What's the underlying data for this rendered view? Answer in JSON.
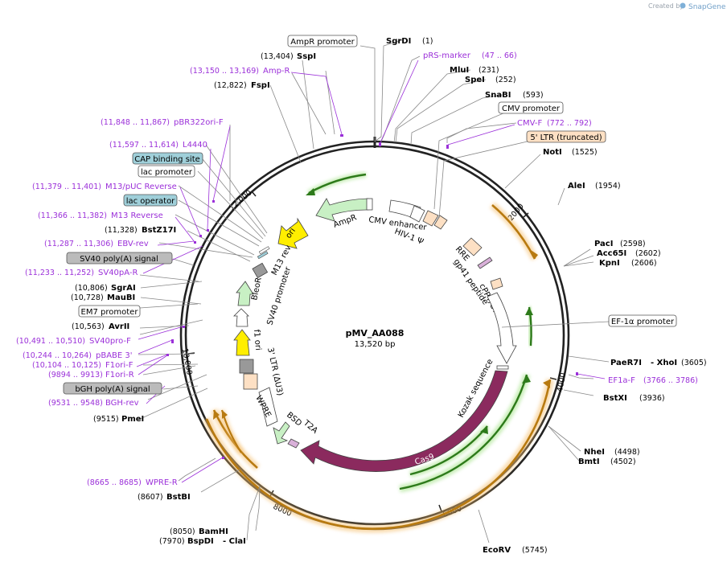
{
  "watermark": {
    "created_by": "Created by",
    "brand": "SnapGene"
  },
  "plasmid": {
    "name": "pMV_AA088",
    "size": "13,520 bp"
  },
  "ticks": [
    "2000",
    "4000",
    "6000",
    "8000",
    "10,000",
    "12,000"
  ],
  "boxed_labels": [
    {
      "text": "AmpR promoter",
      "style": "white"
    },
    {
      "text": "CMV promoter",
      "style": "white"
    },
    {
      "text": "5' LTR (truncated)",
      "style": "peach"
    },
    {
      "text": "CAP binding site",
      "style": "blue"
    },
    {
      "text": "lac promoter",
      "style": "white"
    },
    {
      "text": "lac operator",
      "style": "blue"
    },
    {
      "text": "SV40 poly(A) signal",
      "style": "gray"
    },
    {
      "text": "EM7 promoter",
      "style": "white"
    },
    {
      "text": "bGH poly(A) signal",
      "style": "gray"
    },
    {
      "text": "EF-1α promoter",
      "style": "white"
    }
  ],
  "sites": [
    {
      "name": "SgrDI",
      "pos": "(1)"
    },
    {
      "name": "MluI",
      "pos": "(231)"
    },
    {
      "name": "SpeI",
      "pos": "(252)"
    },
    {
      "name": "SnaBI",
      "pos": "(593)"
    },
    {
      "name": "NotI",
      "pos": "(1525)"
    },
    {
      "name": "AleI",
      "pos": "(1954)"
    },
    {
      "name": "PacI",
      "pos": "(2598)"
    },
    {
      "name": "Acc65I",
      "pos": "(2602)"
    },
    {
      "name": "KpnI",
      "pos": "(2606)"
    },
    {
      "name": "PaeR7I",
      "pos": ""
    },
    {
      "name": "- XhoI",
      "pos": "(3605)"
    },
    {
      "name": "BstXI",
      "pos": "(3936)"
    },
    {
      "name": "NheI",
      "pos": "(4498)"
    },
    {
      "name": "BmtI",
      "pos": "(4502)"
    },
    {
      "name": "EcoRV",
      "pos": "(5745)"
    },
    {
      "name": "SspI",
      "pos": "(13,404)"
    },
    {
      "name": "FspI",
      "pos": "(12,822)"
    },
    {
      "name": "BstZ17I",
      "pos": "(11,328)"
    },
    {
      "name": "SgrAI",
      "pos": "(10,806)"
    },
    {
      "name": "MauBI",
      "pos": "(10,728)"
    },
    {
      "name": "AvrII",
      "pos": "(10,563)"
    },
    {
      "name": "PmeI",
      "pos": "(9515)"
    },
    {
      "name": "BstBI",
      "pos": "(8607)"
    },
    {
      "name": "BamHI",
      "pos": "(8050)"
    },
    {
      "name": "BspDI",
      "pos": "(7970)"
    },
    {
      "name": "- ClaI",
      "pos": ""
    }
  ],
  "primers": [
    {
      "name": "pRS-marker",
      "pos": "(47 .. 66)"
    },
    {
      "name": "CMV-F",
      "pos": "(772 .. 792)"
    },
    {
      "name": "EF1a-F",
      "pos": "(3766 .. 3786)"
    },
    {
      "name": "Amp-R",
      "pos": "(13,150 .. 13,169)"
    },
    {
      "name": "pBR322ori-F",
      "pos": "(11,848 .. 11,867)"
    },
    {
      "name": "L4440",
      "pos": "(11,597 .. 11,614)"
    },
    {
      "name": "M13/pUC Reverse",
      "pos": "(11,379 .. 11,401)"
    },
    {
      "name": "M13 Reverse",
      "pos": "(11,366 .. 11,382)"
    },
    {
      "name": "EBV-rev",
      "pos": "(11,287 .. 11,306)"
    },
    {
      "name": "SV40pA-R",
      "pos": "(11,233 .. 11,252)"
    },
    {
      "name": "SV40pro-F",
      "pos": "(10,491 .. 10,510)"
    },
    {
      "name": "pBABE 3'",
      "pos": "(10,244 .. 10,264)"
    },
    {
      "name": "F1ori-F",
      "pos": "(10,104 .. 10,125)"
    },
    {
      "name": "F1ori-R",
      "pos": "(9894 .. 9913)"
    },
    {
      "name": "BGH-rev",
      "pos": "(9531 .. 9548)"
    },
    {
      "name": "WPRE-R",
      "pos": "(8665 .. 8685)"
    }
  ],
  "features": [
    {
      "name": "ori"
    },
    {
      "name": "AmpR"
    },
    {
      "name": "CMV enhancer"
    },
    {
      "name": "HIV-1 Ψ"
    },
    {
      "name": "RRE"
    },
    {
      "name": "gp41 peptide"
    },
    {
      "name": "cPPT/CTS"
    },
    {
      "name": "Kozak sequence"
    },
    {
      "name": "Cas9"
    },
    {
      "name": "T2A"
    },
    {
      "name": "BSD"
    },
    {
      "name": "WPRE"
    },
    {
      "name": "3' LTR (ΔU3)"
    },
    {
      "name": "f1 ori"
    },
    {
      "name": "SV40 promoter"
    },
    {
      "name": "BleoR"
    },
    {
      "name": "M13 rev"
    }
  ],
  "colors": {
    "backbone": "#222222",
    "primer": "#9b30d9",
    "cas9": "#8b2a5e",
    "ampr": "#c8f0c4",
    "ori": "#ffee00",
    "peach": "#fde0c4",
    "blue_box": "#9fcfd9",
    "gray_box": "#bbbbbb",
    "orf_orange": "#e8a040",
    "orf_green": "#5fa82e",
    "white_arrow": "#ffffff"
  }
}
